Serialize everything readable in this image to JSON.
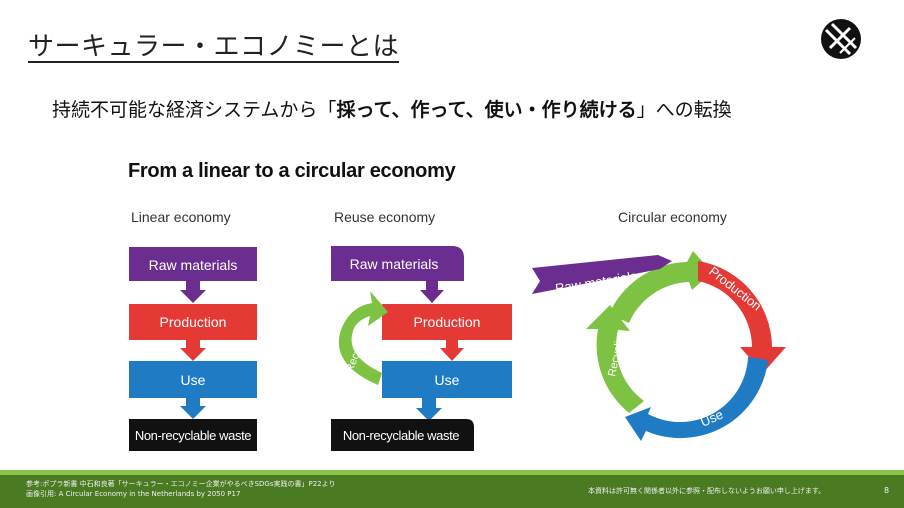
{
  "slide": {
    "title": "サーキュラー・エコノミーとは",
    "subtitle_pre": "持続不可能な経済システムから「",
    "subtitle_bold": "採って、作って、使い・作り続ける",
    "subtitle_post": "」への転換",
    "page_number": "8"
  },
  "figure": {
    "title": "From a linear to a circular economy",
    "linear": {
      "heading": "Linear economy",
      "raw": "Raw materials",
      "production": "Production",
      "use": "Use",
      "waste": "Non-recyclable waste"
    },
    "reuse": {
      "heading": "Reuse economy",
      "raw": "Raw materials",
      "production": "Production",
      "use": "Use",
      "waste": "Non-recyclable waste",
      "recycling": "Recycling"
    },
    "circular": {
      "heading": "Circular economy",
      "raw": "Raw materials",
      "production": "Production",
      "use": "Use",
      "recycling": "Recycling"
    }
  },
  "colors": {
    "purple": "#6b2d8f",
    "red": "#e53935",
    "blue": "#1e7bc4",
    "black": "#111111",
    "green": "#7dc243"
  },
  "footer": {
    "reference_line1": "参考:ポプラ新書 中石和良著「サーキュラー・エコノミー企業がやるべきSDGs実践の書」P22より",
    "reference_line2": "画像引用: A Circular Economy in the Netherlands by 2050 P17",
    "notice": "本資料は許可無く関係者以外に参照・配布しないようお願い申し上げます。"
  }
}
